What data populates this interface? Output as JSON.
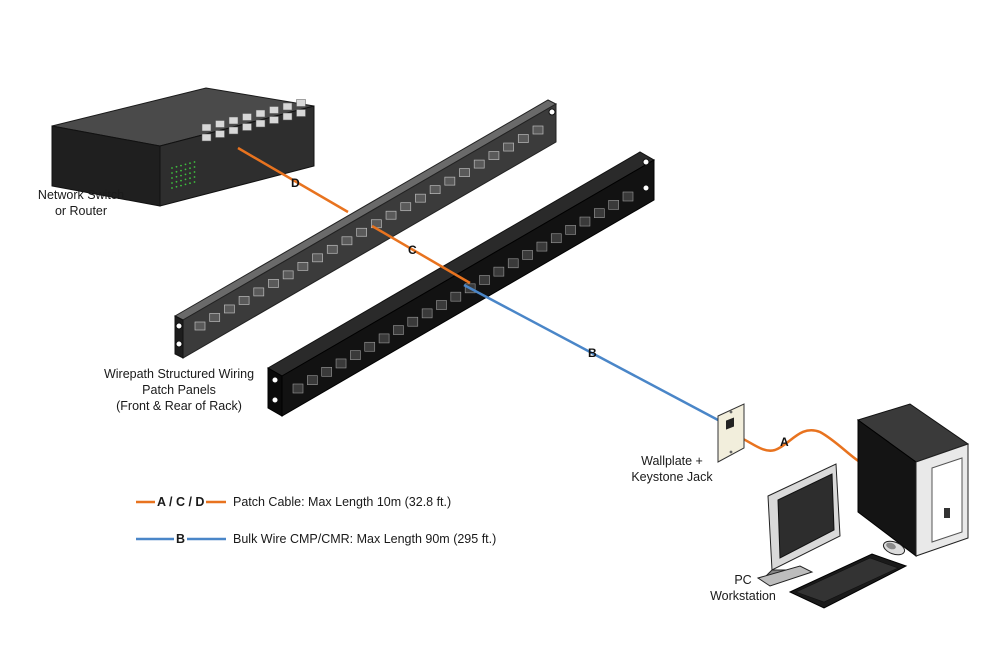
{
  "colors": {
    "patch_cable": "#e8731f",
    "bulk_wire": "#4a86c8",
    "device": "#2b2b2b"
  },
  "labels": {
    "switch_line1": "Network Switch",
    "switch_line2": "or Router",
    "panels_line1": "Wirepath Structured Wiring",
    "panels_line2": "Patch Panels",
    "panels_line3": "(Front & Rear of Rack)",
    "wallplate_line1": "Wallplate +",
    "wallplate_line2": "Keystone Jack",
    "pc_line1": "PC",
    "pc_line2": "Workstation"
  },
  "cables": {
    "a": "A",
    "b": "B",
    "c": "C",
    "d": "D"
  },
  "legend": {
    "patch_letters": "A / C / D",
    "patch_text": "Patch Cable: Max Length 10m (32.8 ft.)",
    "bulk_letters": "B",
    "bulk_text": "Bulk Wire CMP/CMR: Max Length 90m (295 ft.)"
  }
}
